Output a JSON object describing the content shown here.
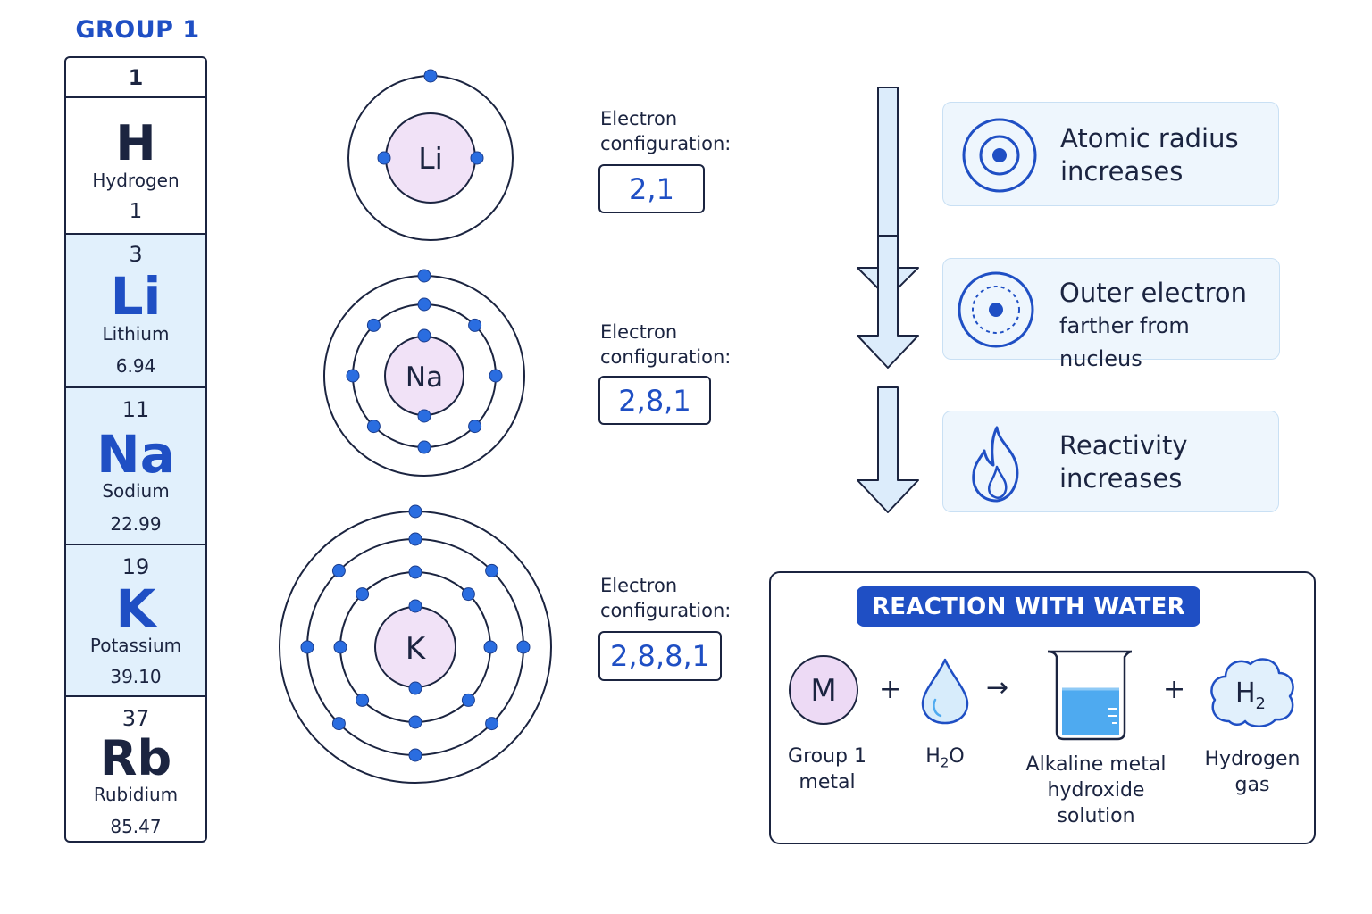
{
  "group": {
    "title": "GROUP 1",
    "number": "1",
    "elements": [
      {
        "number": "1",
        "symbol": "H",
        "name": "Hydrogen",
        "mass": "1"
      },
      {
        "number": "3",
        "symbol": "Li",
        "name": "Lithium",
        "mass": "6.94"
      },
      {
        "number": "11",
        "symbol": "Na",
        "name": "Sodium",
        "mass": "22.99"
      },
      {
        "number": "19",
        "symbol": "K",
        "name": "Potassium",
        "mass": "39.10"
      },
      {
        "number": "37",
        "symbol": "Rb",
        "name": "Rubidium",
        "mass": "85.47"
      }
    ]
  },
  "atoms": [
    {
      "symbol": "Li",
      "shells": [
        2,
        1
      ],
      "label_line1": "Electron",
      "label_line2": "configuration:",
      "config": "2,1"
    },
    {
      "symbol": "Na",
      "shells": [
        2,
        8,
        1
      ],
      "label_line1": "Electron",
      "label_line2": "configuration:",
      "config": "2,8,1"
    },
    {
      "symbol": "K",
      "shells": [
        2,
        8,
        8,
        1
      ],
      "label_line1": "Electron",
      "label_line2": "configuration:",
      "config": "2,8,8,1"
    }
  ],
  "trends": [
    {
      "line1": "Atomic radius",
      "line2": "increases",
      "icon": "concentric-target-icon"
    },
    {
      "line1": "Outer electron",
      "line2": "farther from nucleus",
      "icon": "dashed-orbit-icon"
    },
    {
      "line1": "Reactivity",
      "line2": "increases",
      "icon": "flame-icon"
    }
  ],
  "reaction": {
    "title": "REACTION WITH WATER",
    "metal_symbol": "M",
    "plus": "+",
    "arrow": "→",
    "water_formula_main": "H",
    "water_formula_sub": "2",
    "water_formula_end": "O",
    "hydrogen_main": "H",
    "hydrogen_sub": "2",
    "labels": {
      "metal_line1": "Group 1",
      "metal_line2": "metal",
      "solution_line1": "Alkaline metal",
      "solution_line2": "hydroxide",
      "solution_line3": "solution",
      "gas_line1": "Hydrogen",
      "gas_line2": "gas"
    }
  },
  "colors": {
    "accent": "#1f4fc4",
    "electron": "#2a6de0",
    "nucleus": "#f1e2f7",
    "highlight": "#e1f0fc",
    "arrow_fill": "#dcecfb",
    "water_blue": "#4eaaf0"
  }
}
